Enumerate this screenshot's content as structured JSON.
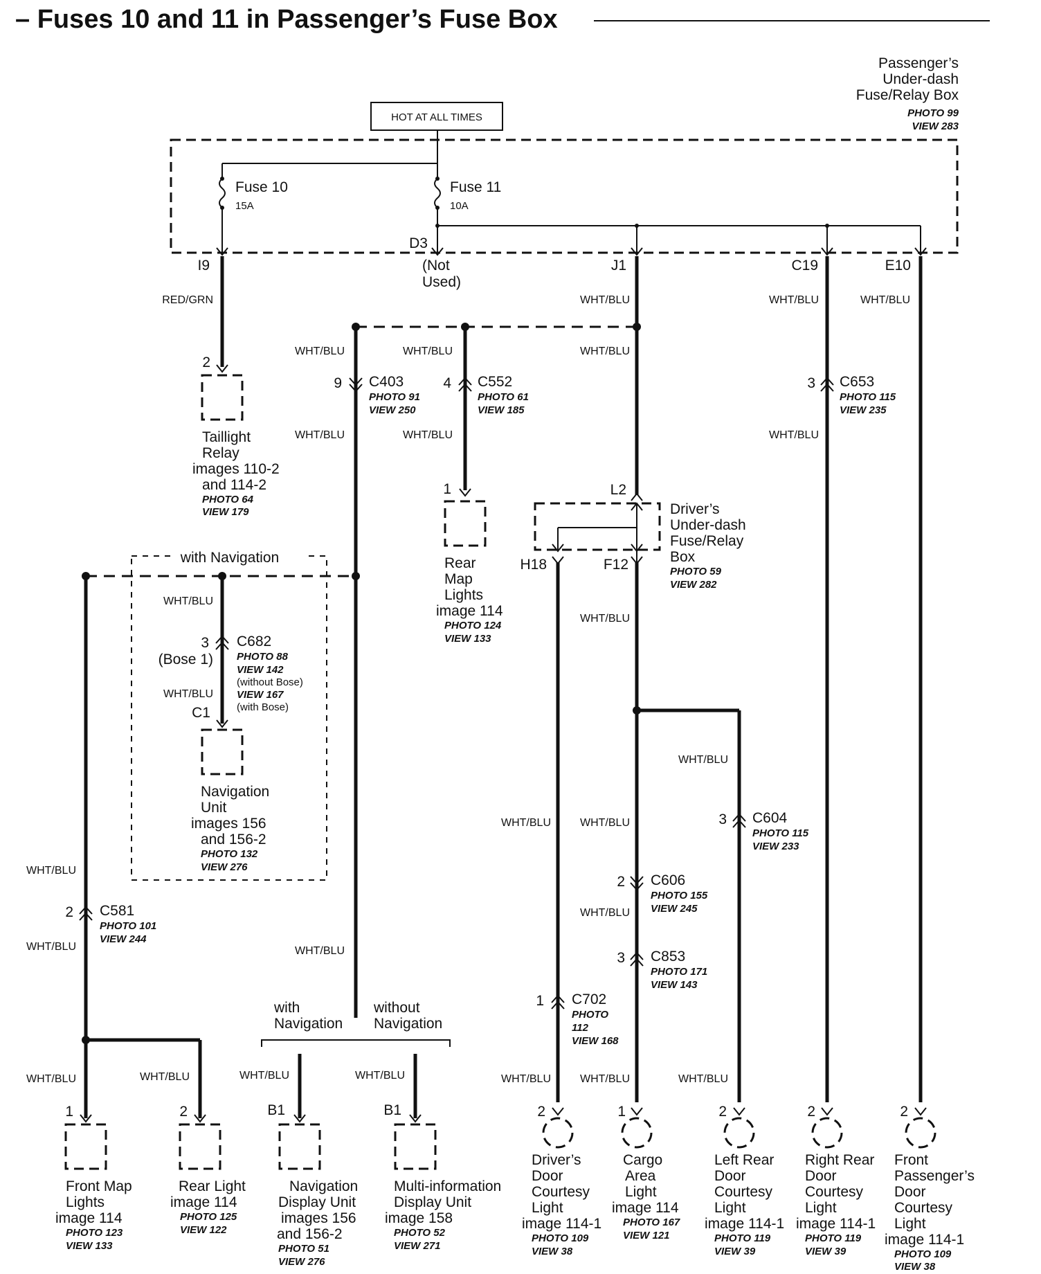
{
  "title": "– Fuses 10 and 11 in Passenger’s Fuse Box",
  "hot_label": "HOT AT ALL TIMES",
  "fusebox": {
    "line1": "Passenger’s",
    "line2": "Under-dash",
    "line3": "Fuse/Relay Box",
    "photo": "PHOTO 99",
    "view": "VIEW 283"
  },
  "fuse10": {
    "name": "Fuse 10",
    "rating": "15A",
    "terminal": "I9"
  },
  "fuse11": {
    "name": "Fuse 11",
    "rating": "10A"
  },
  "d3": {
    "terminal": "D3",
    "note1": "(Not",
    "note2": "Used)"
  },
  "terminals": {
    "j1": "J1",
    "c19": "C19",
    "e10": "E10",
    "l2": "L2",
    "h18": "H18",
    "f12": "F12",
    "c1": "C1",
    "b1a": "B1",
    "b1b": "B1"
  },
  "wires": {
    "red_grn": "RED/GRN",
    "wht_blu": "WHT/BLU"
  },
  "taillight": {
    "pin": "2",
    "line1": "Taillight",
    "line2": "Relay",
    "line3": "images 110-2",
    "line4": "and 114-2",
    "photo": "PHOTO 64",
    "view": "VIEW 179"
  },
  "c403": {
    "pin": "9",
    "name": "C403",
    "photo": "PHOTO 91",
    "view": "VIEW 250"
  },
  "c552": {
    "pin": "4",
    "name": "C552",
    "photo": "PHOTO 61",
    "view": "VIEW 185"
  },
  "c653": {
    "pin": "3",
    "name": "C653",
    "photo": "PHOTO 115",
    "view": "VIEW 235"
  },
  "rear_map": {
    "pin": "1",
    "line1": "Rear",
    "line2": "Map",
    "line3": "Lights",
    "line4": "image 114",
    "photo": "PHOTO 124",
    "view": "VIEW 133"
  },
  "driver_box": {
    "line1": "Driver’s",
    "line2": "Under-dash",
    "line3": "Fuse/Relay",
    "line4": "Box",
    "photo": "PHOTO 59",
    "view": "VIEW 282"
  },
  "with_nav": "with Navigation",
  "c682": {
    "pin": "3",
    "bose": "(Bose 1)",
    "name": "C682",
    "photo": "PHOTO 88",
    "view1": "VIEW 142",
    "note1": "(without Bose)",
    "view2": "VIEW 167",
    "note2": "(with Bose)"
  },
  "nav_unit": {
    "line1": "Navigation",
    "line2": "Unit",
    "line3": "images 156",
    "line4": "and 156-2",
    "photo": "PHOTO 132",
    "view": "VIEW 276"
  },
  "c581": {
    "pin": "2",
    "name": "C581",
    "photo": "PHOTO 101",
    "view": "VIEW 244"
  },
  "c604": {
    "pin": "3",
    "name": "C604",
    "photo": "PHOTO 115",
    "view": "VIEW 233"
  },
  "c606": {
    "pin": "2",
    "name": "C606",
    "photo": "PHOTO 155",
    "view": "VIEW 245"
  },
  "c853": {
    "pin": "3",
    "name": "C853",
    "photo": "PHOTO 171",
    "view": "VIEW 143"
  },
  "c702": {
    "pin": "1",
    "name": "C702",
    "photo": "PHOTO",
    "photo2": "112",
    "view": "VIEW 168"
  },
  "branch": {
    "with1": "with",
    "with2": "Navigation",
    "without1": "without",
    "without2": "Navigation"
  },
  "front_map": {
    "pin": "1",
    "line1": "Front Map",
    "line2": "Lights",
    "line3": "image 114",
    "photo": "PHOTO 123",
    "view": "VIEW 133"
  },
  "rear_light": {
    "pin": "2",
    "line1": "Rear  Light",
    "line2": "image 114",
    "photo": "PHOTO 125",
    "view": "VIEW 122"
  },
  "nav_display": {
    "line1": "Navigation",
    "line2": "Display Unit",
    "line3": "images 156",
    "line4": "and 156-2",
    "photo": "PHOTO 51",
    "view": "VIEW 276"
  },
  "multi_info": {
    "line1": "Multi-information",
    "line2": "Display Unit",
    "line3": "image 158",
    "photo": "PHOTO 52",
    "view": "VIEW 271"
  },
  "drivers_door": {
    "pin": "2",
    "line1": "Driver’s",
    "line2": "Door",
    "line3": "Courtesy",
    "line4": "Light",
    "line5": "image 114-1",
    "photo": "PHOTO 109",
    "view": "VIEW 38"
  },
  "cargo": {
    "pin": "1",
    "line1": "Cargo",
    "line2": "Area",
    "line3": "Light",
    "line4": "image 114",
    "photo": "PHOTO 167",
    "view": "VIEW 121"
  },
  "left_rear": {
    "pin": "2",
    "line1": "Left Rear",
    "line2": "Door",
    "line3": "Courtesy",
    "line4": "Light",
    "line5": "image 114-1",
    "photo": "PHOTO 119",
    "view": "VIEW 39"
  },
  "right_rear": {
    "pin": "2",
    "line1": "Right Rear",
    "line2": "Door",
    "line3": "Courtesy",
    "line4": "Light",
    "line5": "image 114-1",
    "photo": "PHOTO 119",
    "view": "VIEW 39"
  },
  "front_pass": {
    "pin": "2",
    "line1": "Front",
    "line2": "Passenger’s",
    "line3": "Door",
    "line4": "Courtesy",
    "line5": "Light",
    "line6": "image 114-1",
    "photo": "PHOTO 109",
    "view": "VIEW 38"
  }
}
